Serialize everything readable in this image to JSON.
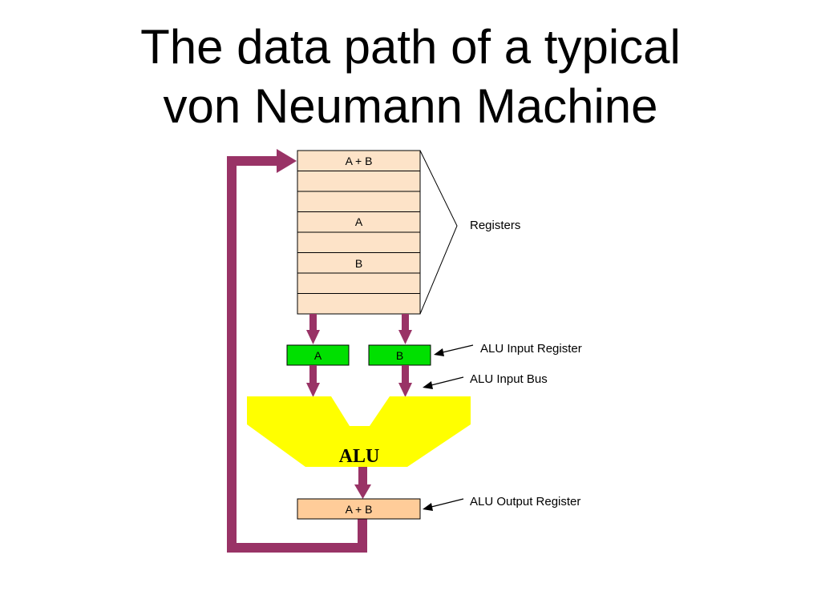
{
  "title": {
    "line1": "The data path of a typical",
    "line2": "von Neumann Machine"
  },
  "registers": {
    "slots": [
      "A + B",
      "",
      "",
      "A",
      "",
      "B",
      "",
      ""
    ],
    "label": "Registers"
  },
  "alu_inputs": {
    "left": "A",
    "right": "B",
    "register_label": "ALU Input Register",
    "bus_label": "ALU Input Bus"
  },
  "alu": {
    "label": "ALU"
  },
  "alu_output": {
    "value": "A + B",
    "label": "ALU Output Register"
  },
  "colors": {
    "register_fill": "#fde3c8",
    "input_register_fill": "#00e000",
    "alu_fill": "#ffff00",
    "output_register_fill": "#ffcc99",
    "bus": "#993366"
  }
}
